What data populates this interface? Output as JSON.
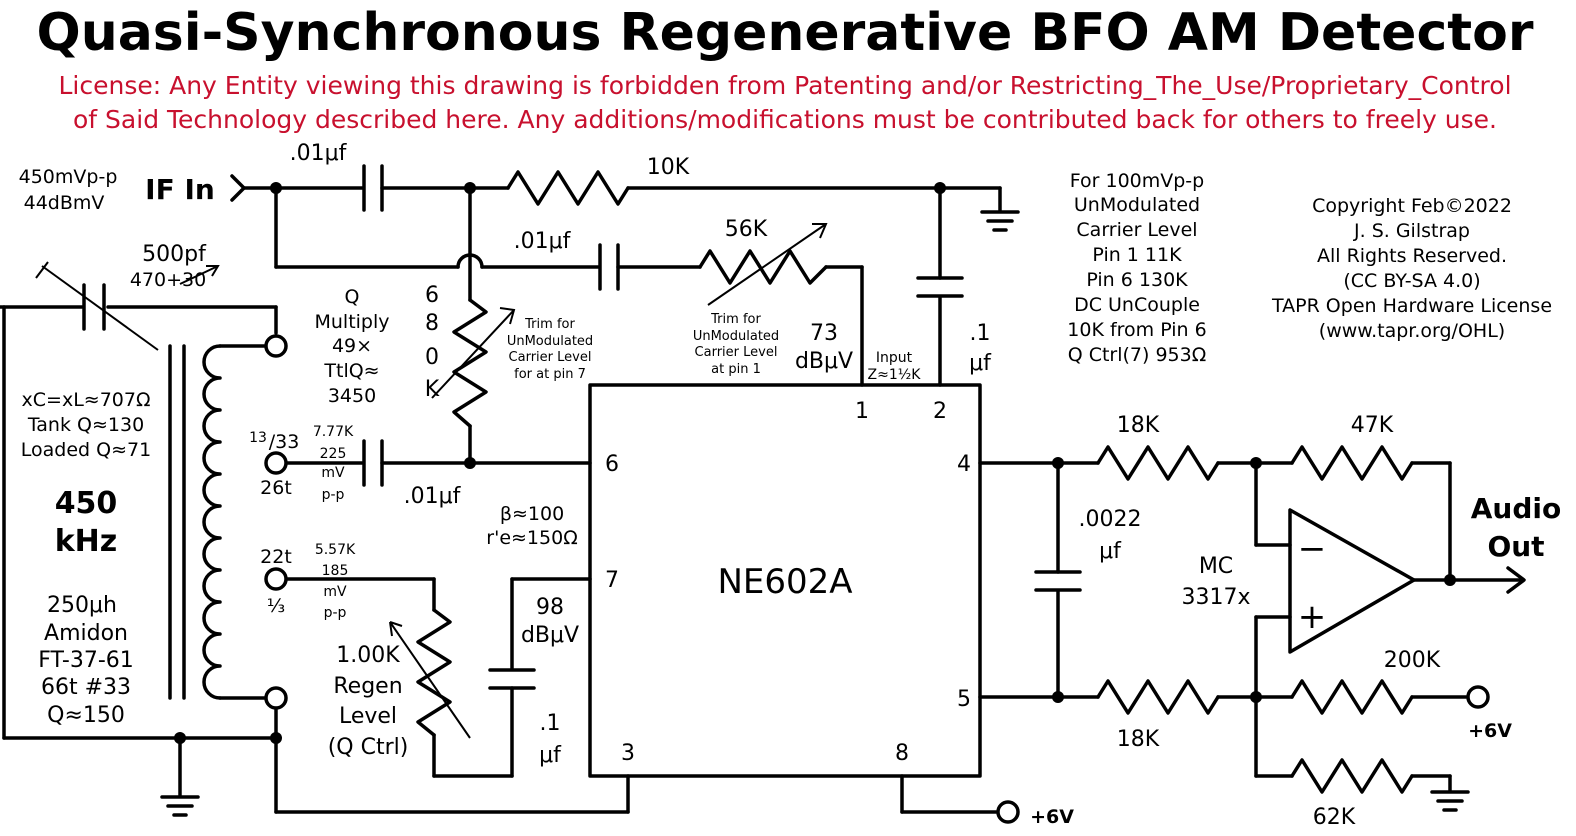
{
  "title": "Quasi-Synchronous Regenerative BFO AM Detector",
  "license": {
    "line1": "License: Any Entity viewing this drawing is forbidden from Patenting and/or Restricting_The_Use/Proprietary_Control",
    "line2": "of Said Technology described here. Any additions/modifications must be contributed back for others to freely use.",
    "color": "#c8102e"
  },
  "input": {
    "level1": "450mVp-p",
    "level2": "44dBmV",
    "label": "IF In"
  },
  "components": {
    "c_in": ".01μf",
    "r_10k": "10K",
    "c_mid": ".01μf",
    "r_56k": "56K",
    "trim56": [
      "Trim for",
      "UnModulated",
      "Carrier Level",
      "at pin 1"
    ],
    "trim680": [
      "Trim for",
      "UnModulated",
      "Carrier Level",
      "for at pin 7"
    ],
    "r_680k": [
      "6",
      "8",
      "0",
      "K"
    ],
    "c_tune": "500pf",
    "c_tune_sub": "470+30",
    "q_mult": [
      "Q",
      "Multiply",
      "49×",
      "TtlQ≈",
      "3450"
    ],
    "pin1_level": [
      "73",
      "dBμV"
    ],
    "input_z": [
      "Input",
      "Z≈1½K"
    ],
    "c_p2": [
      ".1",
      "μf"
    ],
    "tap1": [
      "13",
      "/33",
      "26t"
    ],
    "tap1_v": [
      "7.77K",
      "225",
      "mV",
      "p-p"
    ],
    "c_p6": ".01μf",
    "tap2": [
      "22t",
      "⅓"
    ],
    "tap2_v": [
      "5.57K",
      "185",
      "mV",
      "p-p"
    ],
    "beta": [
      "β≈100",
      "r'e≈150Ω"
    ],
    "pin7_level": [
      "98",
      "dBμV"
    ],
    "regen": [
      "1.00K",
      "Regen",
      "Level",
      "(Q Ctrl)"
    ],
    "c_p7": [
      ".1",
      "μf"
    ],
    "tank": [
      "xC=xL≈707Ω",
      "Tank Q≈130",
      "Loaded Q≈71"
    ],
    "freq": [
      "450",
      "kHz"
    ],
    "coil": [
      "250μh",
      "Amidon",
      "FT-37-61",
      "66t #33",
      "Q≈150"
    ],
    "ic": "NE602A",
    "pins": {
      "p1": "1",
      "p2": "2",
      "p3": "3",
      "p4": "4",
      "p5": "5",
      "p6": "6",
      "p7": "7",
      "p8": "8"
    },
    "r18a": "18K",
    "r18b": "18K",
    "c_out": [
      ".0022",
      "μf"
    ],
    "r47k": "47K",
    "opamp": [
      "MC",
      "3317x"
    ],
    "r200k": "200K",
    "r62k": "62K",
    "audio": [
      "Audio",
      "Out"
    ],
    "plus6_a": "+6V",
    "plus6_b": "+6V",
    "minus_sign": "−",
    "plus_sign": "+"
  },
  "notes": [
    "For 100mVp-p",
    "UnModulated",
    "Carrier Level",
    "Pin 1     11K",
    "Pin 6   130K",
    "DC UnCouple",
    "10K from Pin  6",
    "Q Ctrl(7) 953Ω"
  ],
  "copyright": [
    "Copyright Feb©2022",
    "J. S. Gilstrap",
    "All Rights Reserved.",
    "(CC BY-SA 4.0)",
    "TAPR Open Hardware License",
    "(www.tapr.org/OHL)"
  ]
}
